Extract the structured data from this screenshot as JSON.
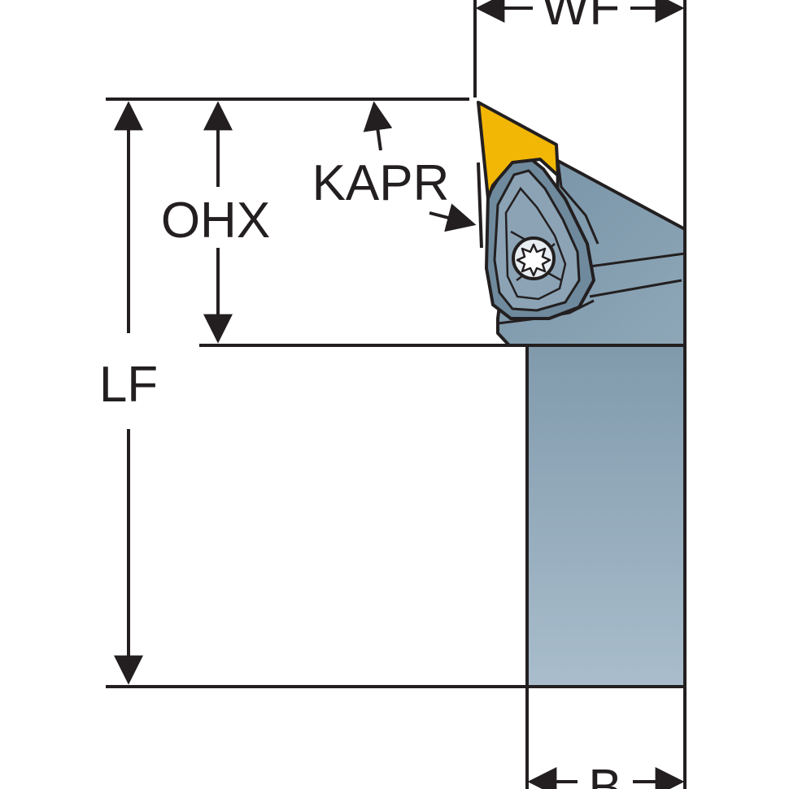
{
  "labels": {
    "wf": "WF",
    "kapr": "KAPR",
    "ohx": "OHX",
    "lf": "LF",
    "b": "B"
  },
  "colors": {
    "line": "#231f20",
    "shank_fill": "#8fa6b6",
    "shank_fill_light": "#a7bccb",
    "head_fill": "#7f98aa",
    "insert_fill": "#f2b705",
    "screw_fill": "#e8edf1",
    "background": "#ffffff"
  },
  "icons": {
    "screw": "torx-screw-icon",
    "arrow": "arrowhead-icon"
  }
}
